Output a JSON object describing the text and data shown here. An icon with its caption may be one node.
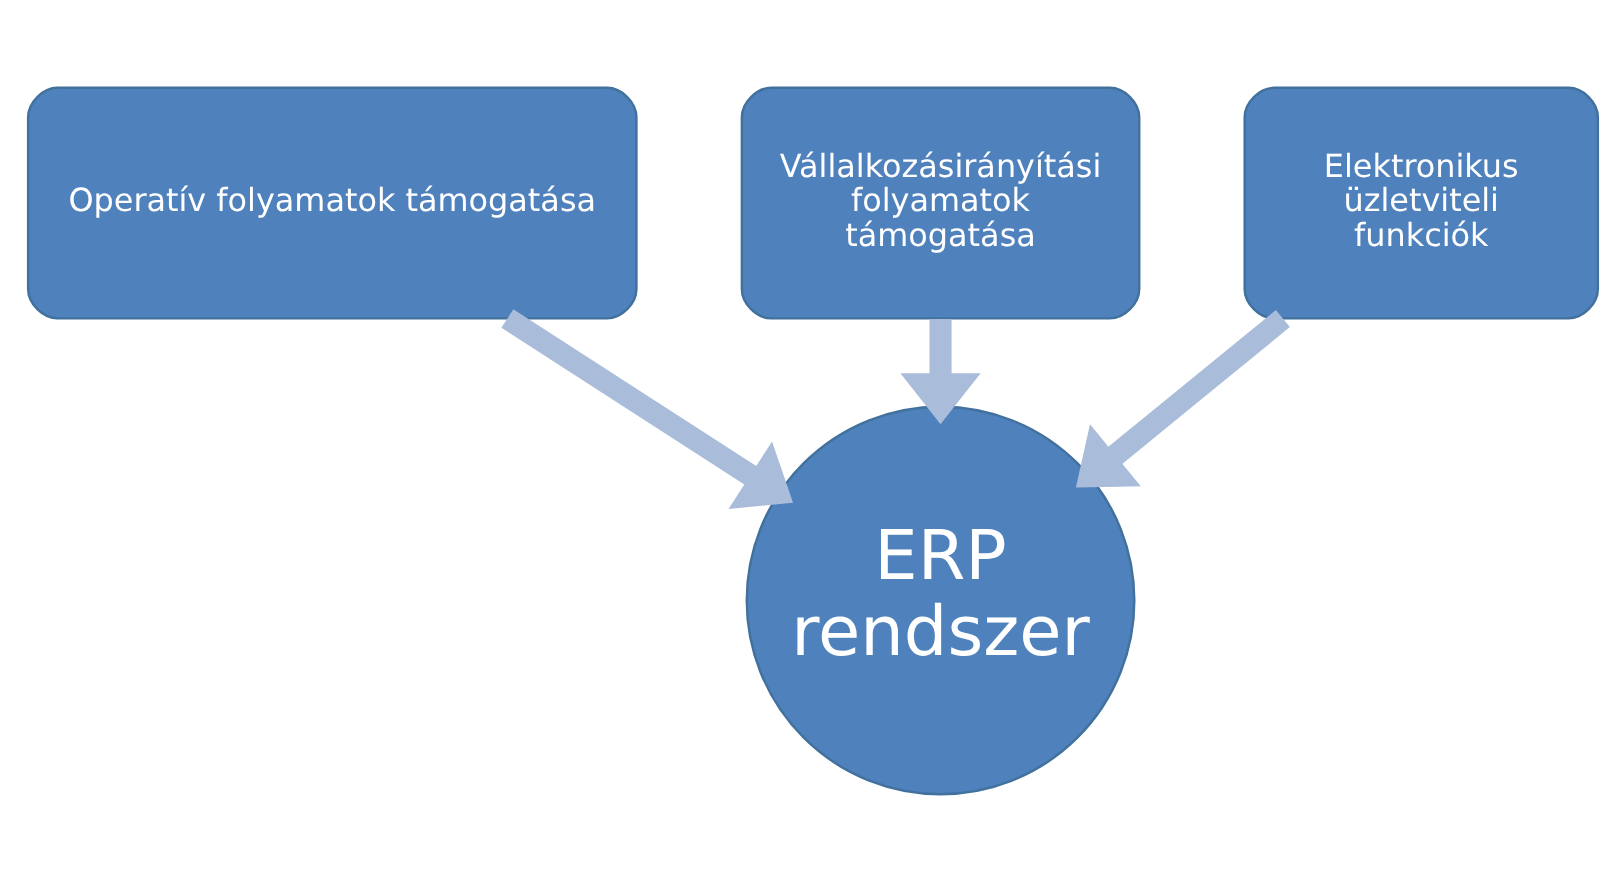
{
  "diagram": {
    "nodes": [
      {
        "text": [
          "Operatív folyamatok támogatása"
        ]
      },
      {
        "text": [
          "Vállalkozásirányítási folyamatok támogatása"
        ]
      },
      {
        "text": [
          "Elektronikus üzletviteli funkciók"
        ]
      },
      {
        "text": [
          "ERP rendszer"
        ]
      }
    ],
    "edges": [
      {
        "from": 0,
        "to": 3,
        "arrow": "to"
      },
      {
        "from": 1,
        "to": 3,
        "arrow": "to"
      },
      {
        "from": 2,
        "to": 3,
        "arrow": "to"
      }
    ]
  }
}
